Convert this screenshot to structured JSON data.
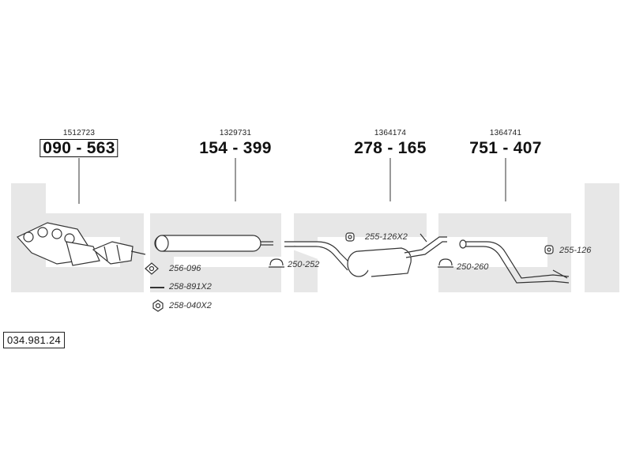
{
  "diagram_id": "034.981.24",
  "parts": [
    {
      "ref": "1512723",
      "part_no": "090 - 563"
    },
    {
      "ref": "1329731",
      "part_no": "154 - 399"
    },
    {
      "ref": "1364174",
      "part_no": "278 - 165"
    },
    {
      "ref": "1364741",
      "part_no": "751 - 407"
    }
  ],
  "accessories": [
    {
      "label": "256-096",
      "icon": "gasket-icon"
    },
    {
      "label": "258-891X2",
      "icon": "bolt-icon"
    },
    {
      "label": "258-040X2",
      "icon": "nut-icon"
    },
    {
      "label": "250-252",
      "icon": "clamp-icon"
    },
    {
      "label": "255-126X2",
      "icon": "rubber-mount-icon"
    },
    {
      "label": "250-260",
      "icon": "clamp-icon"
    },
    {
      "label": "255-126",
      "icon": "rubber-mount-icon"
    }
  ],
  "colors": {
    "watermark": "#e6e6e6",
    "line": "#333333"
  }
}
